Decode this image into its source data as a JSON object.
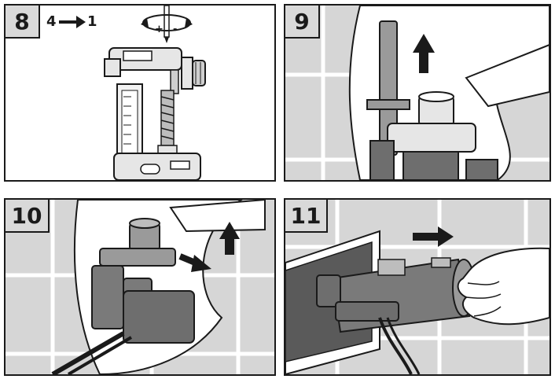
{
  "steps": [
    {
      "number": "8",
      "from": "4",
      "to": "1"
    },
    {
      "number": "9"
    },
    {
      "number": "10"
    },
    {
      "number": "11"
    }
  ],
  "screwdriver_signs": {
    "plus": "+",
    "minus": "-"
  },
  "colors": {
    "frame": "#1a1a1a",
    "badge_fill": "#d9d9d9",
    "wall_tile": "#d6d6d6",
    "grout": "#ffffff",
    "part_dark": "#6e6e6e",
    "part_mid": "#9a9a9a",
    "part_light": "#e6e6e6",
    "hand": "#ffffff"
  },
  "icons": [
    "rotate-arrows-icon",
    "screwdriver-icon",
    "arrow-right-icon",
    "arrow-up-icon",
    "arrow-down-right-icon"
  ]
}
